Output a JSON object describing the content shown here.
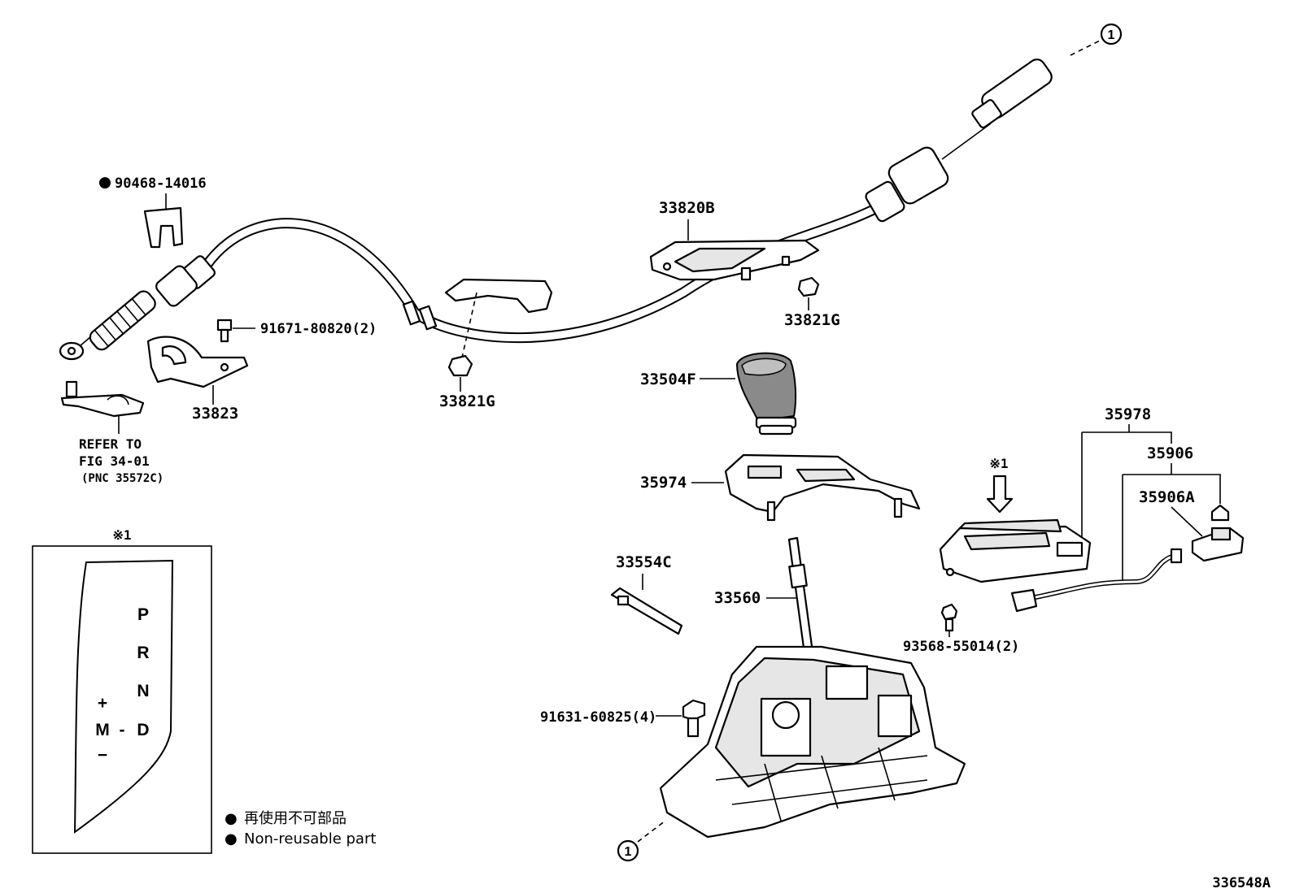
{
  "labels": {
    "p_90468_14016": "90468-14016",
    "p_91671_80820": "91671-80820(2)",
    "p_33823": "33823",
    "p_33821g_left": "33821G",
    "p_33820b": "33820B",
    "p_33821g_right": "33821G",
    "p_33504f": "33504F",
    "p_35974": "35974",
    "p_35978": "35978",
    "p_35906": "35906",
    "p_35906a": "35906A",
    "p_33554c": "33554C",
    "p_33560": "33560",
    "p_93568_55014": "93568-55014(2)",
    "p_91631_60825": "91631-60825(4)"
  },
  "refer_note": {
    "line1": "REFER TO",
    "line2": "FIG 34-01",
    "line3": "(PNC 35572C)"
  },
  "callouts": {
    "circle_1_top": "1",
    "circle_1_bottom": "1",
    "ref_mark_main": "※1",
    "ref_mark_inset": "※1"
  },
  "inset": {
    "gate_letters": [
      "P",
      "R",
      "N",
      "D"
    ],
    "manual_plus": "+",
    "manual_m": "M",
    "manual_dash": "-",
    "manual_minus": "−"
  },
  "legend": {
    "bullet_jp": "●",
    "text_jp": "再使用不可部品",
    "bullet_en": "●",
    "text_en": "Non-reusable part",
    "part_marker": "●"
  },
  "figure_id": "336548A"
}
